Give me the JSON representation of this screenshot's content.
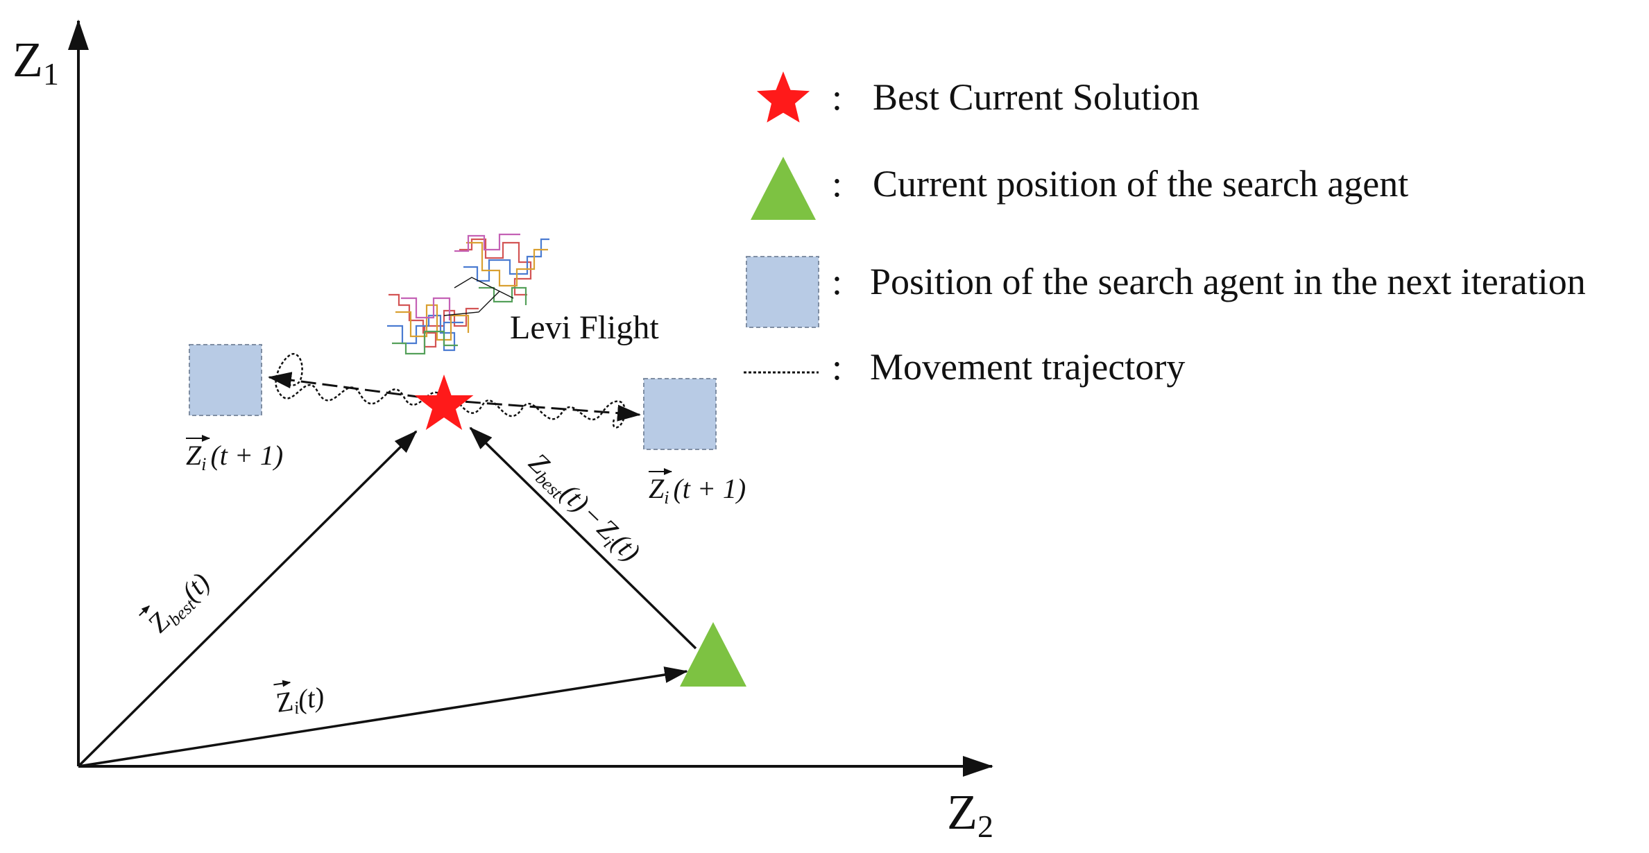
{
  "axes": {
    "y_label": "Z",
    "y_sub": "1",
    "x_label": "Z",
    "x_sub": "2"
  },
  "legend": {
    "separator": ":",
    "items": [
      {
        "symbol": "red-star",
        "label": "Best Current Solution"
      },
      {
        "symbol": "green-triangle",
        "label": "Current position of the search agent"
      },
      {
        "symbol": "blue-square",
        "label": "Position of the search agent in the next iteration"
      },
      {
        "symbol": "dotted-line",
        "label": "Movement trajectory"
      }
    ]
  },
  "levi_flight_label": "Levi Flight",
  "vectors": {
    "z_best": {
      "base": "Z",
      "sub": "best",
      "arg": "(t)"
    },
    "z_i": {
      "base": "Z",
      "sub": "i",
      "arg": "(t)"
    },
    "diff": {
      "base1": "Z",
      "sub1": "best",
      "arg1": "(t)",
      "minus": "−",
      "base2": "Z",
      "sub2": "i",
      "arg2": "(t)"
    },
    "next_left": {
      "base": "Z",
      "sub": "i",
      "arg": "(t + 1)"
    },
    "next_right": {
      "base": "Z",
      "sub": "i",
      "arg": "(t + 1)"
    }
  },
  "colors": {
    "star": "#ff1a1a",
    "triangle": "#7dc242",
    "square_fill": "#b8cbe5",
    "square_border": "#7f8ea3",
    "ink": "#111111"
  }
}
